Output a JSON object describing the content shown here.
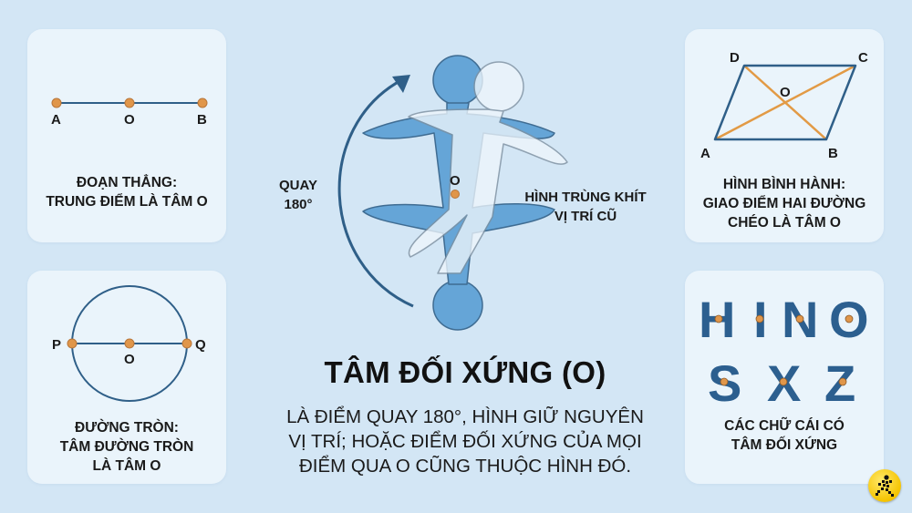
{
  "colors": {
    "background": "#d3e6f5",
    "card": "#eaf4fb",
    "line": "#2f5f88",
    "point": "#e0964a",
    "diagonal": "#e29a45",
    "figure_fill": "#5a9fd4",
    "figure_ghost": "#f2f8fd",
    "letters": "#2c5f8f",
    "logo": "#f5c400"
  },
  "segment_card": {
    "points": [
      "A",
      "O",
      "B"
    ],
    "caption_line1": "ĐOẠN THẲNG:",
    "caption_line2": "TRUNG ĐIỂM LÀ TÂM O"
  },
  "circle_card": {
    "points": [
      "P",
      "O",
      "Q"
    ],
    "caption_line1": "ĐƯỜNG TRÒN:",
    "caption_line2": "TÂM ĐƯỜNG TRÒN",
    "caption_line3": "LÀ TÂM O"
  },
  "parallelogram_card": {
    "vertices": [
      "A",
      "B",
      "C",
      "D"
    ],
    "center": "O",
    "caption_line1": "HÌNH BÌNH HÀNH:",
    "caption_line2": "GIAO ĐIỂM HAI ĐƯỜNG",
    "caption_line3": "CHÉO LÀ TÂM O"
  },
  "letters_card": {
    "row1": [
      "H",
      "I",
      "N",
      "O"
    ],
    "row2": [
      "S",
      "X",
      "Z"
    ],
    "caption_line1": "CÁC CHỮ CÁI CÓ",
    "caption_line2": "TÂM ĐỐI XỨNG"
  },
  "center": {
    "rotate_label_line1": "QUAY",
    "rotate_label_line2": "180°",
    "center_point": "O",
    "coincide_label_line1": "HÌNH TRÙNG KHÍT",
    "coincide_label_line2": "VỊ TRÍ CŨ"
  },
  "title": "TÂM ĐỐI XỨNG (O)",
  "definition": {
    "line1": "LÀ ĐIỂM QUAY 180°, HÌNH GIỮ NGUYÊN",
    "line2": "VỊ TRÍ; HOẶC ĐIỂM ĐỐI XỨNG CỦA MỌI",
    "line3": "ĐIỂM QUA O CŨNG THUỘC HÌNH ĐÓ."
  },
  "logo": {
    "icon": "running-figure-icon"
  }
}
